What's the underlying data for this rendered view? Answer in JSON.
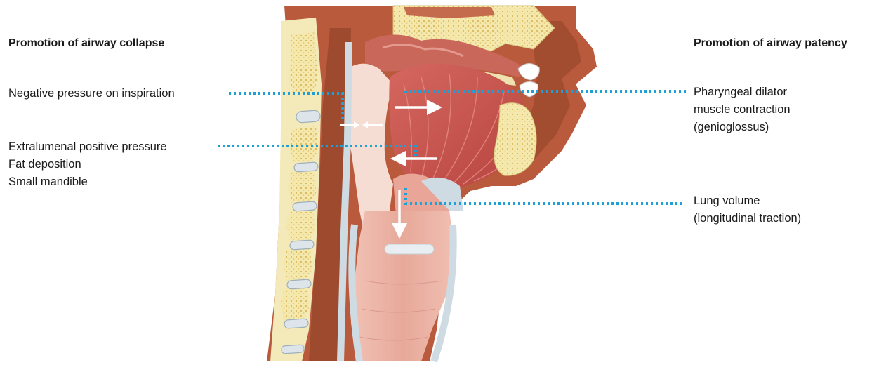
{
  "headings": {
    "collapse": "Promotion of airway collapse",
    "patency": "Promotion of airway patency"
  },
  "left_labels": {
    "negative_pressure": "Negative pressure on inspiration",
    "extralumenal": [
      "Extralumenal positive pressure",
      "Fat deposition",
      "Small mandible"
    ]
  },
  "right_labels": {
    "dilator": [
      "Pharyngeal dilator",
      "muscle contraction",
      "(genioglossus)"
    ],
    "lung": [
      "Lung volume",
      "(longitudinal traction)"
    ]
  },
  "colors": {
    "leader_line": "#1e9fd6",
    "arrow": "#ffffff",
    "soft_tissue": "#b5573a",
    "muscle": "#c6544f",
    "bone": "#f3e6a8",
    "mucosa": "#e9b3a6",
    "cartilage": "#cfdbe2"
  }
}
